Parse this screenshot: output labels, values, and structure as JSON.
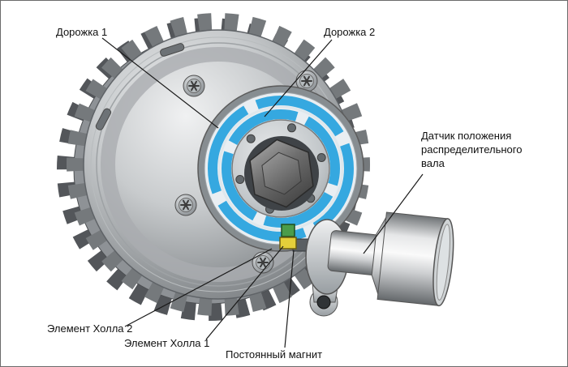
{
  "labels": {
    "track1": "Дорожка 1",
    "track2": "Дорожка 2",
    "sensor_lines": [
      "Датчик положения",
      "распределительного",
      "вала"
    ],
    "hall2": "Элемент Холла 2",
    "hall1": "Элемент Холла 1",
    "magnet": "Постоянный магнит"
  },
  "colors": {
    "track_blue": "#35a8e0",
    "hall_green": "#4a9c4a",
    "magnet_yellow": "#e4cf3a",
    "leader_line": "#1a1a1a"
  }
}
